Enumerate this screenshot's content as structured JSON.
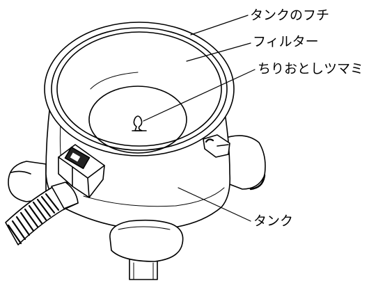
{
  "diagram": {
    "labels": {
      "tank_rim": "タンクのフチ",
      "filter": "フィルター",
      "dust_knob": "ちりおとしツマミ",
      "tank": "タンク"
    },
    "colors": {
      "line": "#000000",
      "background": "#ffffff"
    }
  }
}
